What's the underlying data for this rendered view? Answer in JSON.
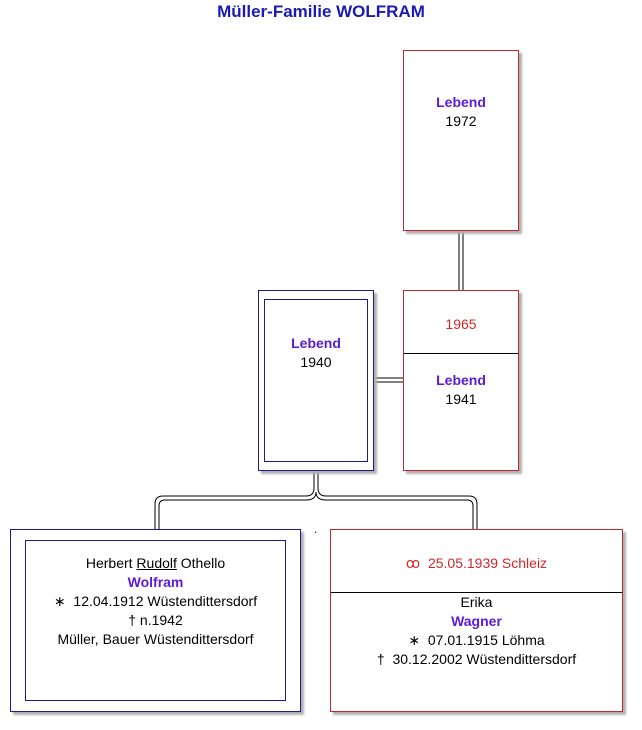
{
  "title": "Müller-Familie WOLFRAM",
  "colors": {
    "title": "#1a1ab4",
    "surname": "#5a1ad6",
    "male_border": "#1a1a9a",
    "female_border": "#c0282c",
    "event": "#d02828"
  },
  "grandparent": {
    "surname": "Lebend",
    "year": "1972"
  },
  "father": {
    "surname": "Lebend",
    "year": "1940"
  },
  "mother": {
    "marriage": "1965",
    "surname": "Lebend",
    "year": "1941"
  },
  "person": {
    "given_pre": "Herbert ",
    "given_call": "Rudolf",
    "given_post": " Othello",
    "surname": "Wolfram",
    "birth_symbol": "∗",
    "birth": "12.04.1912 Wüstendittersdorf",
    "death_symbol": "†",
    "death": "n.1942",
    "occupation": "Müller, Bauer Wüstendittersdorf"
  },
  "spouse": {
    "marriage_symbol": "ꝏ",
    "marriage": "25.05.1939 Schleiz",
    "given": "Erika",
    "surname": "Wagner",
    "birth_symbol": "∗",
    "birth": "07.01.1915 Löhma",
    "death_symbol": "†",
    "death": "30.12.2002 Wüstendittersdorf"
  },
  "separator_mark": "."
}
